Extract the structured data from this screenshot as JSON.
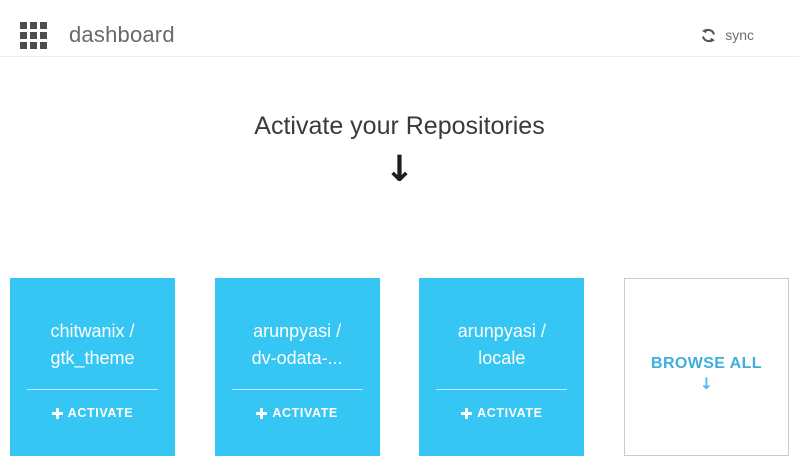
{
  "header": {
    "title": "dashboard",
    "sync_label": "sync"
  },
  "hero": {
    "heading": "Activate your Repositories"
  },
  "icons": {
    "apps_grid": "3x3-grid-css-squares",
    "sync": "svg-circular-refresh-arrows",
    "plus": "css-heavy-cross",
    "down_arrow": "↓"
  },
  "repo_cards": [
    {
      "owner": "chitwanix /",
      "repo": "gtk_theme",
      "action_label": "ACTIVATE"
    },
    {
      "owner": "arunpyasi /",
      "repo": "dv-odata-...",
      "action_label": "ACTIVATE"
    },
    {
      "owner": "arunpyasi /",
      "repo": "locale",
      "action_label": "ACTIVATE"
    }
  ],
  "browse_card": {
    "label": "BROWSE ALL"
  },
  "colors": {
    "card_blue": "#35C6F4",
    "browse_text": "#3EAEDE",
    "browse_arrow": "#4FBCEA",
    "heading_text": "#3A3A3A",
    "title_text": "#696969",
    "sync_text": "#6E6E6E",
    "icon_gray": "#4D4D4D",
    "hero_arrow": "#1E1E1E",
    "browse_border": "#CCCCCC",
    "header_border": "#EDEDED"
  }
}
